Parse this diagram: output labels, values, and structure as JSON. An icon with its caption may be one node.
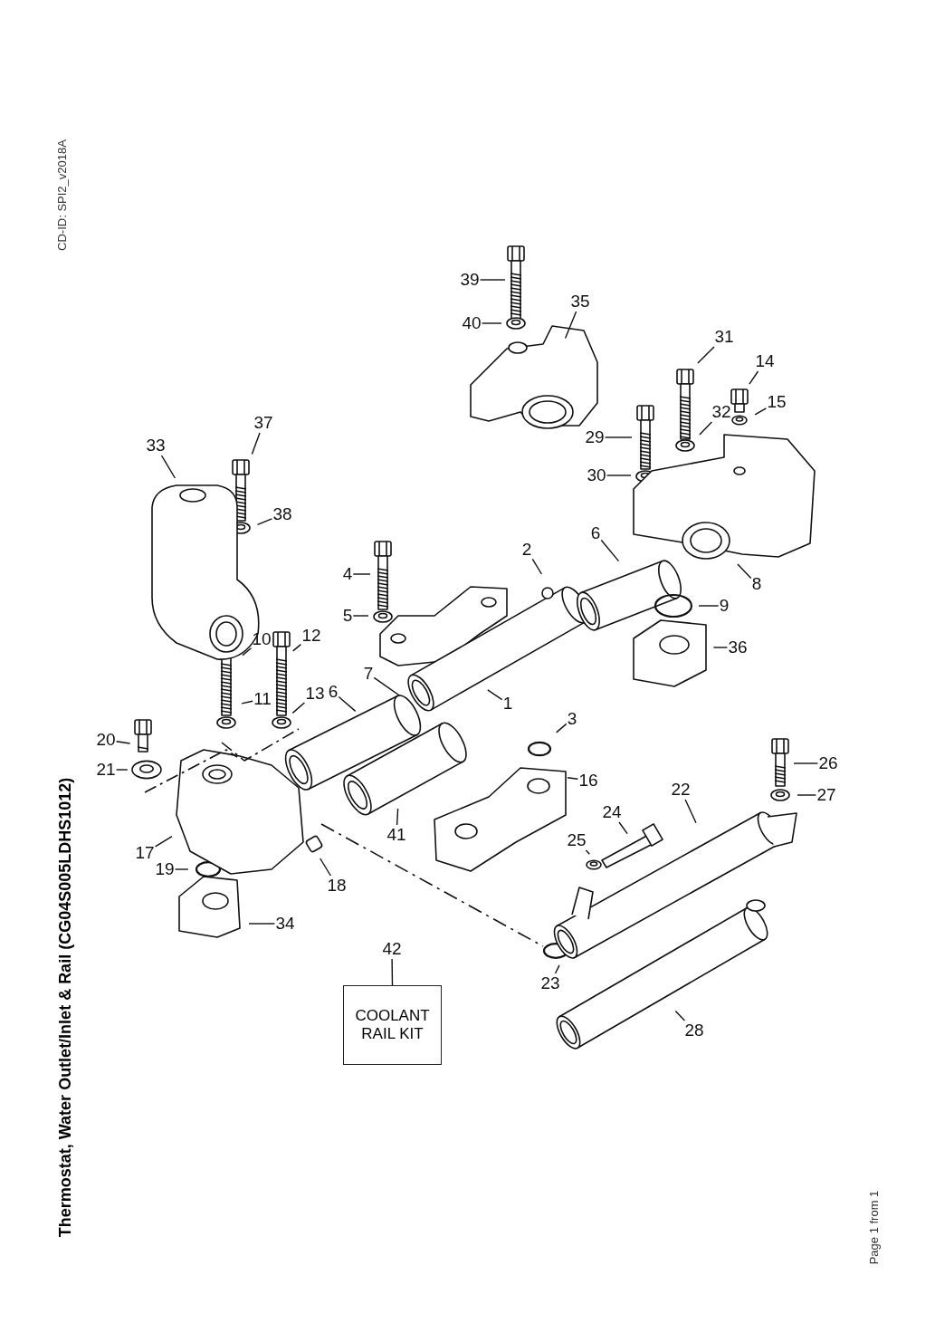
{
  "diagram": {
    "title": "Thermostat, Water Outlet/Inlet & Rail (CG04S005LDHS1012)",
    "nodes": [
      {
        "text": [
          "39"
        ]
      },
      {
        "text": [
          "40"
        ]
      },
      {
        "text": [
          "35"
        ]
      },
      {
        "text": [
          "31"
        ]
      },
      {
        "text": [
          "14"
        ]
      },
      {
        "text": [
          "15"
        ]
      },
      {
        "text": [
          "32"
        ]
      },
      {
        "text": [
          "29"
        ]
      },
      {
        "text": [
          "30"
        ]
      },
      {
        "text": [
          "37"
        ]
      },
      {
        "text": [
          "33"
        ]
      },
      {
        "text": [
          "38"
        ]
      },
      {
        "text": [
          "2"
        ]
      },
      {
        "text": [
          "6"
        ]
      },
      {
        "text": [
          "4"
        ]
      },
      {
        "text": [
          "8"
        ]
      },
      {
        "text": [
          "9"
        ]
      },
      {
        "text": [
          "5"
        ]
      },
      {
        "text": [
          "36"
        ]
      },
      {
        "text": [
          "10"
        ]
      },
      {
        "text": [
          "12"
        ]
      },
      {
        "text": [
          "7"
        ]
      },
      {
        "text": [
          "1"
        ]
      },
      {
        "text": [
          "6"
        ]
      },
      {
        "text": [
          "11"
        ]
      },
      {
        "text": [
          "13"
        ]
      },
      {
        "text": [
          "20"
        ]
      },
      {
        "text": [
          "3"
        ]
      },
      {
        "text": [
          "21"
        ]
      },
      {
        "text": [
          "26"
        ]
      },
      {
        "text": [
          "16"
        ]
      },
      {
        "text": [
          "22"
        ]
      },
      {
        "text": [
          "27"
        ]
      },
      {
        "text": [
          "24"
        ]
      },
      {
        "text": [
          "41"
        ]
      },
      {
        "text": [
          "25"
        ]
      },
      {
        "text": [
          "17"
        ]
      },
      {
        "text": [
          "18"
        ]
      },
      {
        "text": [
          "19"
        ]
      },
      {
        "text": [
          "34"
        ]
      },
      {
        "text": [
          "42"
        ]
      },
      {
        "text": [
          "COOLANT RAIL KIT"
        ]
      },
      {
        "text": [
          "23"
        ]
      },
      {
        "text": [
          "28"
        ]
      }
    ],
    "edges": [
      {
        "from": 0,
        "to": null,
        "arrow": "none"
      },
      {
        "from": 1,
        "to": null,
        "arrow": "none"
      },
      {
        "from": 2,
        "to": null,
        "arrow": "none"
      },
      {
        "from": 3,
        "to": null,
        "arrow": "none"
      },
      {
        "from": 4,
        "to": null,
        "arrow": "none"
      },
      {
        "from": 5,
        "to": null,
        "arrow": "none"
      },
      {
        "from": 6,
        "to": null,
        "arrow": "none"
      },
      {
        "from": 7,
        "to": null,
        "arrow": "none"
      },
      {
        "from": 8,
        "to": null,
        "arrow": "none"
      },
      {
        "from": 9,
        "to": null,
        "arrow": "none"
      },
      {
        "from": 10,
        "to": null,
        "arrow": "none"
      },
      {
        "from": 11,
        "to": null,
        "arrow": "none"
      },
      {
        "from": 12,
        "to": null,
        "arrow": "none"
      },
      {
        "from": 13,
        "to": null,
        "arrow": "none"
      },
      {
        "from": 14,
        "to": null,
        "arrow": "none"
      },
      {
        "from": 15,
        "to": null,
        "arrow": "none"
      },
      {
        "from": 16,
        "to": null,
        "arrow": "none"
      },
      {
        "from": 17,
        "to": null,
        "arrow": "none"
      },
      {
        "from": 18,
        "to": null,
        "arrow": "none"
      },
      {
        "from": 19,
        "to": null,
        "arrow": "none"
      },
      {
        "from": 20,
        "to": null,
        "arrow": "none"
      },
      {
        "from": 21,
        "to": null,
        "arrow": "none"
      },
      {
        "from": 22,
        "to": null,
        "arrow": "none"
      },
      {
        "from": 23,
        "to": null,
        "arrow": "none"
      },
      {
        "from": 24,
        "to": null,
        "arrow": "none"
      },
      {
        "from": 25,
        "to": null,
        "arrow": "none"
      },
      {
        "from": 26,
        "to": null,
        "arrow": "none"
      },
      {
        "from": 27,
        "to": null,
        "arrow": "none"
      },
      {
        "from": 28,
        "to": null,
        "arrow": "none"
      },
      {
        "from": 29,
        "to": null,
        "arrow": "none"
      },
      {
        "from": 30,
        "to": null,
        "arrow": "none"
      },
      {
        "from": 31,
        "to": null,
        "arrow": "none"
      },
      {
        "from": 32,
        "to": null,
        "arrow": "none"
      },
      {
        "from": 33,
        "to": null,
        "arrow": "none"
      },
      {
        "from": 34,
        "to": null,
        "arrow": "none"
      },
      {
        "from": 35,
        "to": null,
        "arrow": "none"
      },
      {
        "from": 36,
        "to": null,
        "arrow": "none"
      },
      {
        "from": 37,
        "to": null,
        "arrow": "none"
      },
      {
        "from": 38,
        "to": null,
        "arrow": "none"
      },
      {
        "from": 39,
        "to": null,
        "arrow": "none"
      },
      {
        "from": 40,
        "to": 41,
        "arrow": "none"
      },
      {
        "from": 42,
        "to": null,
        "arrow": "none"
      },
      {
        "from": 43,
        "to": null,
        "arrow": "none"
      }
    ],
    "labels": [
      "CD-ID: SPI2_v2018A",
      "Page 1 from 1"
    ]
  }
}
